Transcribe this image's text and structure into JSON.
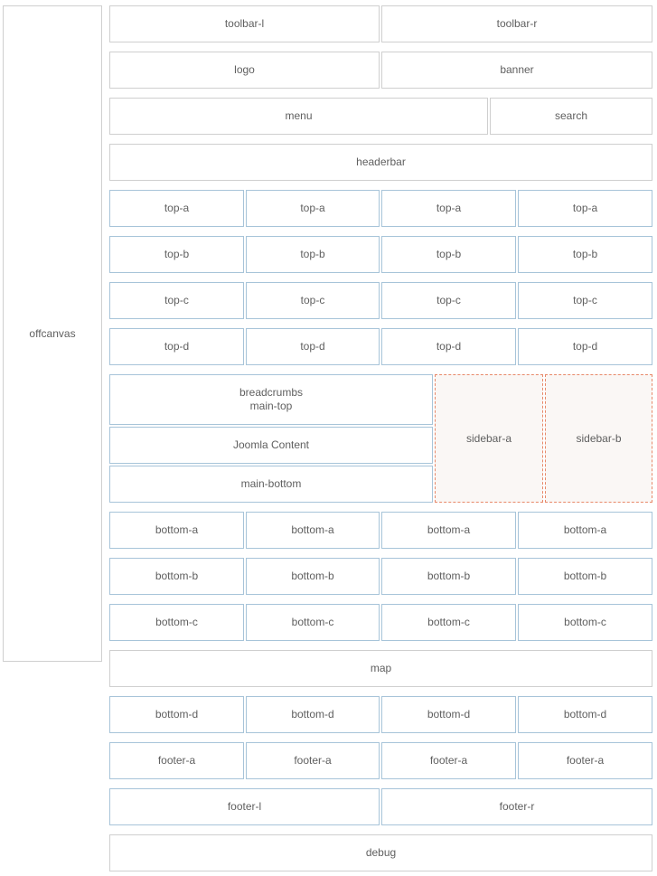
{
  "offcanvas": "offcanvas",
  "toolbar": {
    "left": "toolbar-l",
    "right": "toolbar-r"
  },
  "header": {
    "logo": "logo",
    "banner": "banner"
  },
  "nav": {
    "menu": "menu",
    "search": "search"
  },
  "headerbar": "headerbar",
  "top": {
    "a": [
      "top-a",
      "top-a",
      "top-a",
      "top-a"
    ],
    "b": [
      "top-b",
      "top-b",
      "top-b",
      "top-b"
    ],
    "c": [
      "top-c",
      "top-c",
      "top-c",
      "top-c"
    ],
    "d": [
      "top-d",
      "top-d",
      "top-d",
      "top-d"
    ]
  },
  "main": {
    "breadcrumbs": "breadcrumbs",
    "main_top": "main-top",
    "content": "Joomla Content",
    "main_bottom": "main-bottom",
    "sidebar_a": "sidebar-a",
    "sidebar_b": "sidebar-b"
  },
  "bottom": {
    "a": [
      "bottom-a",
      "bottom-a",
      "bottom-a",
      "bottom-a"
    ],
    "b": [
      "bottom-b",
      "bottom-b",
      "bottom-b",
      "bottom-b"
    ],
    "c": [
      "bottom-c",
      "bottom-c",
      "bottom-c",
      "bottom-c"
    ],
    "d": [
      "bottom-d",
      "bottom-d",
      "bottom-d",
      "bottom-d"
    ]
  },
  "map": "map",
  "footer": {
    "a": [
      "footer-a",
      "footer-a",
      "footer-a",
      "footer-a"
    ],
    "left": "footer-l",
    "right": "footer-r"
  },
  "debug": "debug",
  "colors": {
    "gray_border": "#cfcfcf",
    "blue_border": "#a7c4d9",
    "sidebar_border": "#e8896a",
    "sidebar_fill": "#faf7f5",
    "text": "#5f5f5f"
  }
}
